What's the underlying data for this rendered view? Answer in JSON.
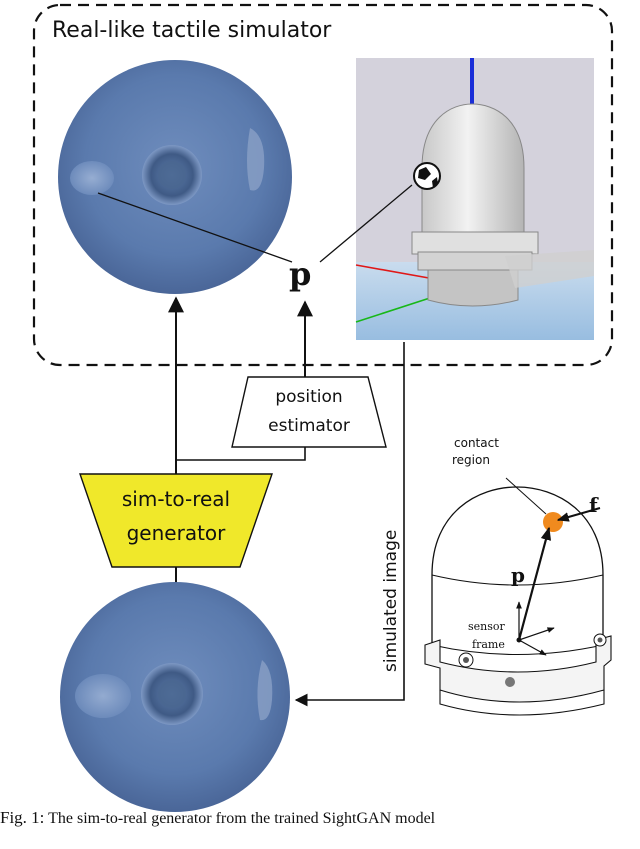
{
  "simulator": {
    "title": "Real-like tactile simulator"
  },
  "labels": {
    "contact_point": "p",
    "position_estimator_line1": "position",
    "position_estimator_line2": "estimator",
    "generator_line1": "sim-to-real",
    "generator_line2": "generator",
    "simulated_image": "simulated image"
  },
  "sensor_diagram": {
    "contact_region_line1": "contact",
    "contact_region_line2": "region",
    "force": "f",
    "position": "p",
    "sensor_frame_line1": "sensor",
    "sensor_frame_line2": "frame"
  },
  "caption": {
    "prefix": "Fig. 1:",
    "text": "The sim-to-real generator from the trained SightGAN model"
  },
  "colors": {
    "generator_fill": "#f0e82a",
    "tactile_image": "#5a7aad",
    "contact_marker": "#f08a1e",
    "render_background": "#d4d2dc",
    "render_floor": "#a9c8e4",
    "z_axis": "#1a2ed8",
    "x_axis": "#e01818",
    "y_axis": "#18b818"
  }
}
